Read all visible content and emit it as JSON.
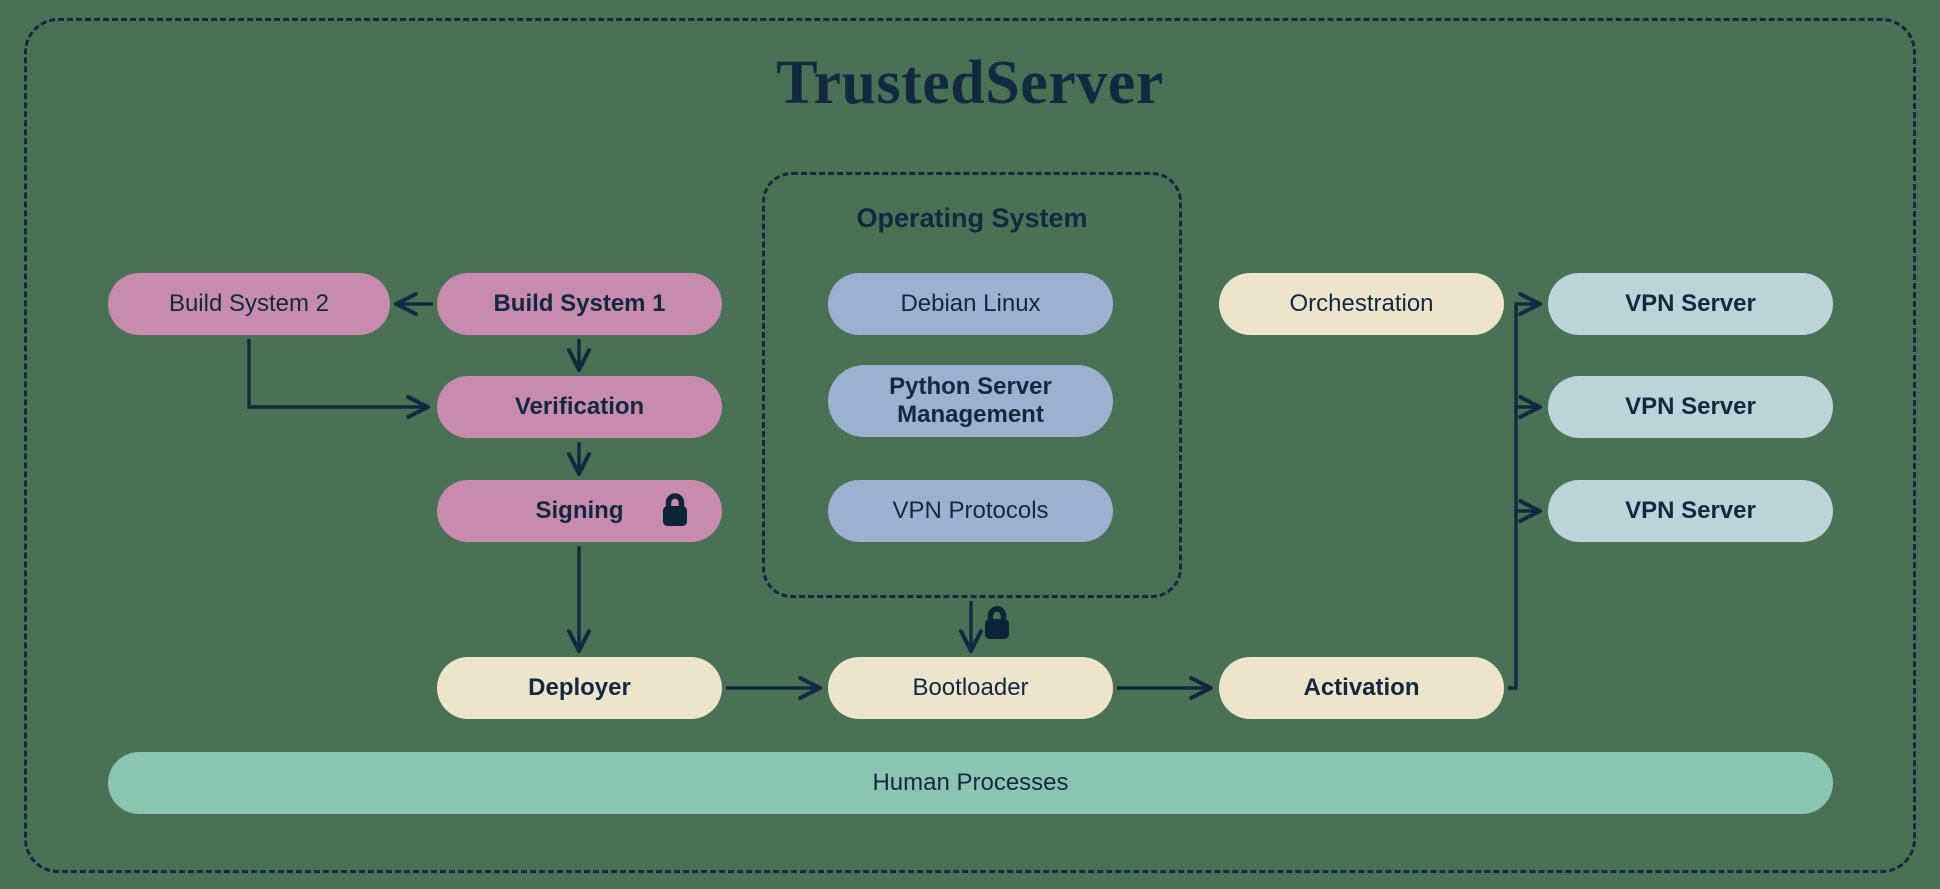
{
  "title": "TrustedServer",
  "colors": {
    "background": "#4a7055",
    "ink": "#12293f",
    "build_pipeline": "#c78bad",
    "os_component": "#9db0cf",
    "process_stage": "#ece5cc",
    "vpn_server": "#bcd4d7",
    "human_processes": "#8bc5b2"
  },
  "groups": {
    "operating_system": {
      "label": "Operating System",
      "components": [
        {
          "label": "Debian Linux"
        },
        {
          "label": "Python Server Management",
          "line1": "Python Server",
          "line2": "Management"
        },
        {
          "label": "VPN Protocols"
        }
      ]
    }
  },
  "nodes": {
    "build_system_2": "Build System 2",
    "build_system_1": "Build System 1",
    "verification": "Verification",
    "signing": "Signing",
    "deployer": "Deployer",
    "bootloader": "Bootloader",
    "activation": "Activation",
    "orchestration": "Orchestration",
    "vpn_server_1": "VPN Server",
    "vpn_server_2": "VPN Server",
    "vpn_server_3": "VPN Server",
    "human_processes": "Human Processes"
  },
  "icons": {
    "signing_lock": "lock-icon",
    "bootloader_lock": "lock-icon"
  },
  "edges": [
    {
      "from": "build_system_1",
      "to": "build_system_2",
      "direction": "left"
    },
    {
      "from": "build_system_1",
      "to": "verification",
      "direction": "down"
    },
    {
      "from": "build_system_2",
      "to": "verification",
      "direction": "down-right"
    },
    {
      "from": "verification",
      "to": "signing",
      "direction": "down"
    },
    {
      "from": "signing",
      "to": "deployer",
      "direction": "down"
    },
    {
      "from": "deployer",
      "to": "bootloader",
      "direction": "right"
    },
    {
      "from": "operating_system",
      "to": "bootloader",
      "direction": "down",
      "secured": true
    },
    {
      "from": "bootloader",
      "to": "activation",
      "direction": "right"
    },
    {
      "from": "activation",
      "to": "vpn_server_1",
      "direction": "up-right"
    },
    {
      "from": "activation",
      "to": "vpn_server_2",
      "direction": "up-right"
    },
    {
      "from": "activation",
      "to": "vpn_server_3",
      "direction": "up-right"
    }
  ]
}
